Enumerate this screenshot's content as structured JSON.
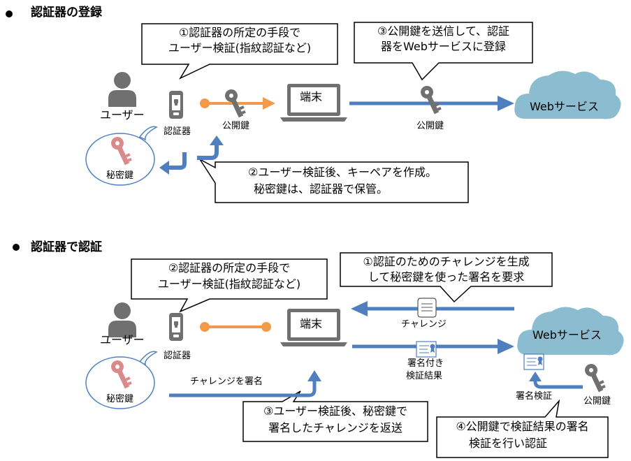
{
  "section1": {
    "heading": "認証器の登録",
    "user_label": "ユーザー",
    "authenticator_label": "認証器",
    "public_key_label": "公開鍵",
    "private_key_label": "秘密鍵",
    "terminal_label": "端末",
    "web_service_label": "Webサービス",
    "public_key_sent_label": "公開鍵",
    "callout1": [
      "①認証器の所定の手段で",
      "ユーザー検証(指紋認証など)"
    ],
    "callout2": [
      "②ユーザー検証後、キーペアを作成。",
      "秘密鍵は、認証器で保管。"
    ],
    "callout3": [
      "③公開鍵を送信して、認証",
      "器をWebサービスに登録"
    ]
  },
  "section2": {
    "heading": "認証器で認証",
    "user_label": "ユーザー",
    "authenticator_label": "認証器",
    "private_key_label": "秘密鍵",
    "terminal_label": "端末",
    "web_service_label": "Webサービス",
    "challenge_label": "チャレンジ",
    "signed_result_label": [
      "署名付き",
      "検証結果"
    ],
    "sign_challenge_label": "チャレンジを署名",
    "signature_verify_label": "署名検証",
    "public_key_label": "公開鍵",
    "callout1": [
      "①認証のためのチャレンジを生成",
      "して秘密鍵を使った署名を要求"
    ],
    "callout2": [
      "②認証器の所定の手段で",
      "ユーザー検証(指紋認証など)"
    ],
    "callout3": [
      "③ユーザー検証後、秘密鍵で",
      "署名したチャレンジを返送"
    ],
    "callout4": [
      "④公開鍵で検証結果の署名",
      "検証を行い認証"
    ]
  },
  "colors": {
    "blue_arrow": "#4f7fbf",
    "orange_arrow": "#f29a4a",
    "cloud": "#8bbccf",
    "icon_gray": "#707070",
    "private_key_pink": "#d98b8b"
  }
}
